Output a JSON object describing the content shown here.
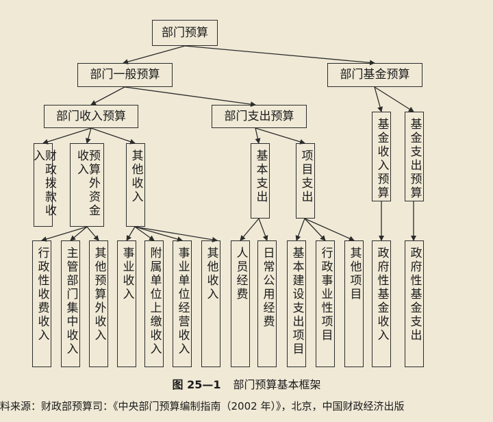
{
  "diagram": {
    "root": "部门预算",
    "general": "部门一般预算",
    "fund": "部门基金预算",
    "income": "部门收入预算",
    "expense": "部门支出预算",
    "inc_fiscal": "财政拨款收入",
    "inc_budget_foreign": "预算外资金收入",
    "inc_other": "其他收入",
    "exp_basic": "基本支出",
    "exp_project": "项目支出",
    "fund_income": "基金收入预算",
    "fund_expense": "基金支出预算",
    "leaf_admin_fee": "行政性收费收入",
    "leaf_central_collect": "主管部门集中收入",
    "leaf_other_budget_foreign": "其他预算外收入",
    "leaf_business": "事业收入",
    "leaf_affiliated": "附属单位上缴收入",
    "leaf_operating": "事业单位经营收入",
    "leaf_other_income": "其他收入",
    "leaf_personnel": "人员经费",
    "leaf_daily": "日常公用经费",
    "leaf_capital": "基本建设支出项目",
    "leaf_admin_project": "行政事业性项目",
    "leaf_other_project": "其他项目",
    "leaf_gov_fund_income": "政府性基金收入",
    "leaf_gov_fund_expense": "政府性基金支出"
  },
  "caption": {
    "figure_no": "图 25—1",
    "title": "部门预算基本框架"
  },
  "source": "料来源：财政部预算司：《中央部门预算编制指南（2002 年）》，北京，中国财政经济出版"
}
